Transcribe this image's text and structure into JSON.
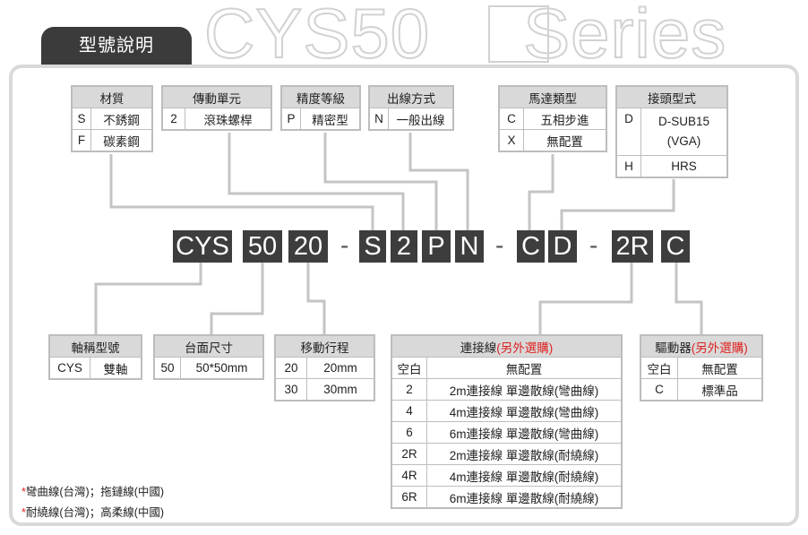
{
  "watermark": {
    "series": "CYS50",
    "suffix": "Series"
  },
  "title": "型號說明",
  "code_parts": [
    "CYS",
    "50",
    "20",
    "-",
    "S",
    "2",
    "P",
    "N",
    "-",
    "C",
    "D",
    "-",
    "2R",
    "C"
  ],
  "tables": {
    "material": {
      "header": "材質",
      "rows": [
        [
          "S",
          "不銹鋼"
        ],
        [
          "F",
          "碳素鋼"
        ]
      ]
    },
    "drive": {
      "header": "傳動單元",
      "rows": [
        [
          "2",
          "滾珠螺桿"
        ]
      ]
    },
    "precision": {
      "header": "精度等級",
      "rows": [
        [
          "P",
          "精密型"
        ]
      ]
    },
    "outlet": {
      "header": "出線方式",
      "rows": [
        [
          "N",
          "一般出線"
        ]
      ]
    },
    "motor": {
      "header": "馬達類型",
      "rows": [
        [
          "C",
          "五相步進"
        ],
        [
          "X",
          "無配置"
        ]
      ]
    },
    "connector": {
      "header": "接頭型式",
      "rows": [
        [
          "D",
          "D-SUB15",
          "(VGA)"
        ],
        [
          "H",
          "HRS",
          ""
        ]
      ]
    },
    "axis": {
      "header": "軸稱型號",
      "rows": [
        [
          "CYS",
          "雙軸"
        ]
      ]
    },
    "table_size": {
      "header": "台面尺寸",
      "rows": [
        [
          "50",
          "50*50mm"
        ]
      ]
    },
    "stroke": {
      "header": "移動行程",
      "rows": [
        [
          "20",
          "20mm"
        ],
        [
          "30",
          "30mm"
        ]
      ]
    },
    "cable": {
      "header": "連接線",
      "optional": "(另外選購)",
      "rows": [
        [
          "空白",
          "無配置"
        ],
        [
          "2",
          "2m連接線 單邊散線(彎曲線)"
        ],
        [
          "4",
          "4m連接線 單邊散線(彎曲線)"
        ],
        [
          "6",
          "6m連接線 單邊散線(彎曲線)"
        ],
        [
          "2R",
          "2m連接線 單邊散線(耐繞線)"
        ],
        [
          "4R",
          "4m連接線 單邊散線(耐繞線)"
        ],
        [
          "6R",
          "6m連接線 單邊散線(耐繞線)"
        ]
      ]
    },
    "driver": {
      "header": "驅動器",
      "optional": "(另外選購)",
      "rows": [
        [
          "空白",
          "無配置"
        ],
        [
          "C",
          "標準品"
        ]
      ]
    }
  },
  "notes": [
    {
      "star": "*",
      "text": "彎曲線(台灣)；拖鏈線(中國)"
    },
    {
      "star": "*",
      "text": "耐繞線(台灣)；高柔線(中國)"
    }
  ],
  "colors": {
    "dark": "#3d3d3d",
    "header_bg": "#d9d9d9",
    "frame": "#d9d9d9",
    "accent_red": "#e02020",
    "line": "#bdbdbd"
  }
}
